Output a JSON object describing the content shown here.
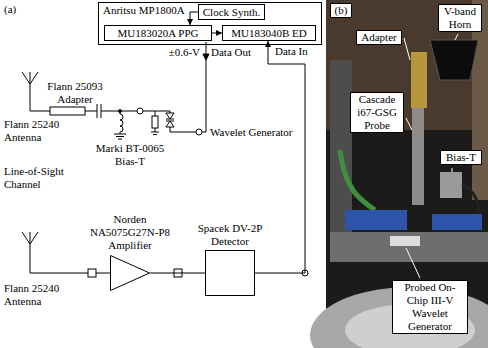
{
  "diagram": {
    "nodes": [
      {
        "text": [
          "Anritsu MP1800A"
        ]
      },
      {
        "text": [
          "Clock Synth."
        ],
        "in": 0
      },
      {
        "text": [
          "MU183020A PPG"
        ],
        "in": 0
      },
      {
        "text": [
          "MU183040B ED"
        ],
        "in": 0
      },
      {
        "text": [
          "Norden NA5075G27N-P8 Amplifier"
        ]
      },
      {
        "text": [
          "Spacek DV-2P Detector"
        ]
      },
      {
        "text": [
          "(b)"
        ]
      },
      {
        "text": [
          "Adapter"
        ]
      },
      {
        "text": [
          "V-band Horn"
        ]
      },
      {
        "text": [
          "Cascade i67-GSG Probe"
        ]
      },
      {
        "text": [
          "Bias-T"
        ]
      },
      {
        "text": [
          "Probed On-Chip III-V Wavelet Generator"
        ]
      }
    ],
    "edges": [
      {
        "from": 1,
        "to": 2,
        "arrow": "to"
      },
      {
        "from": 2,
        "to": 3,
        "arrow": "to"
      },
      {
        "from": 4,
        "to": 5,
        "arrow": "none"
      },
      {
        "from": 5,
        "to": 3,
        "arrow": "to",
        "label": "Data In"
      }
    ],
    "labels": [
      "(a)",
      "±0.6-V",
      "Data Out",
      "Flann 25093 Adapter",
      "Flann 25240 Antenna",
      "Marki BT-0065 Bias-T",
      "Wavelet Generator",
      "Line-of-Sight Channel",
      "Flann 25240 Antenna"
    ]
  }
}
